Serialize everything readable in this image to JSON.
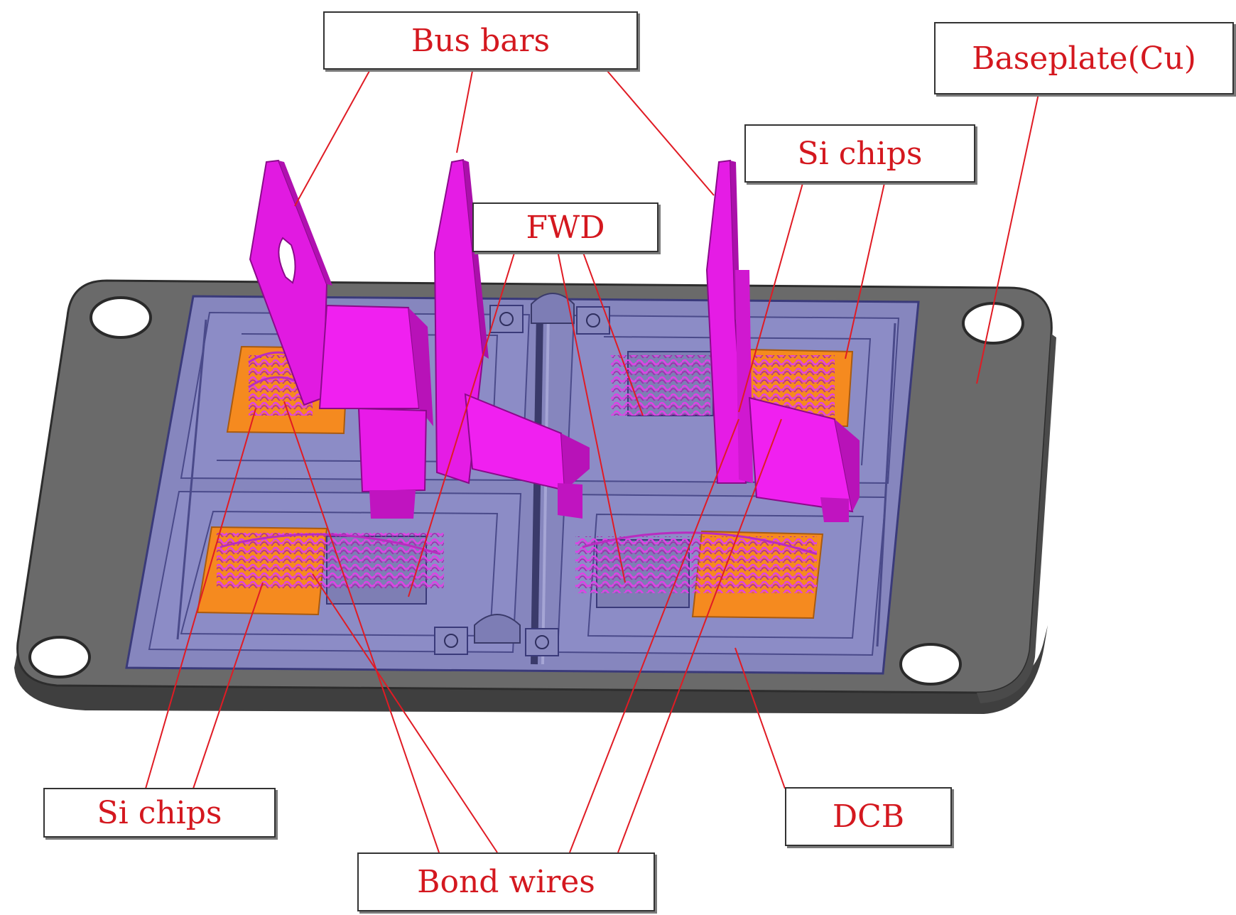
{
  "figure": {
    "labels": {
      "bus_bars": "Bus bars",
      "baseplate": "Baseplate(Cu)",
      "si_chips_right": "Si chips",
      "fwd": "FWD",
      "si_chips_left": "Si chips",
      "bond_wires": "Bond wires",
      "dcb": "DCB"
    },
    "colors": {
      "baseplate": "#6b6b6b",
      "dcb": "#8c8cc4",
      "chip_pad": "#f58a1f",
      "bus_bar": "#ee17ee",
      "bond_wire": "#c03ec6",
      "leader_line": "#e01b24",
      "label_text": "#d4181f"
    }
  }
}
